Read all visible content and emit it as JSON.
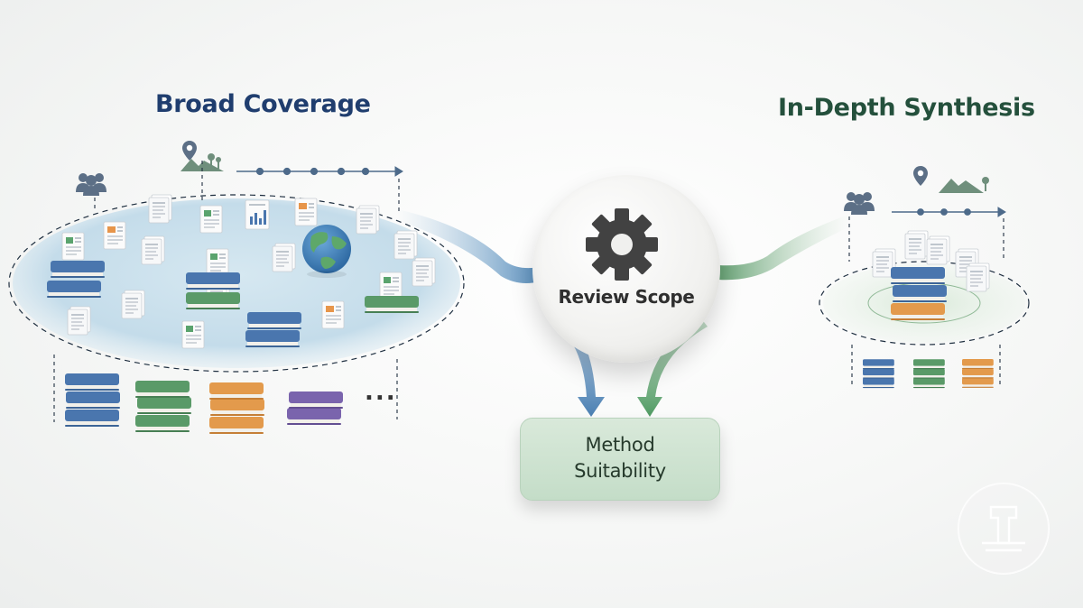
{
  "left_panel": {
    "title": "Broad Coverage",
    "more_indicator": "..."
  },
  "right_panel": {
    "title": "In-Depth Synthesis"
  },
  "hub": {
    "label": "Review Scope",
    "icon": "gear-icon"
  },
  "outcome": {
    "line1": "Method",
    "line2": "Suitability"
  },
  "colors": {
    "blue": "#4a76ae",
    "green": "#5b9a6a",
    "orange": "#e39a4c",
    "purple": "#7a64ad",
    "title_blue": "#1f3d6e",
    "title_green": "#24503c"
  }
}
